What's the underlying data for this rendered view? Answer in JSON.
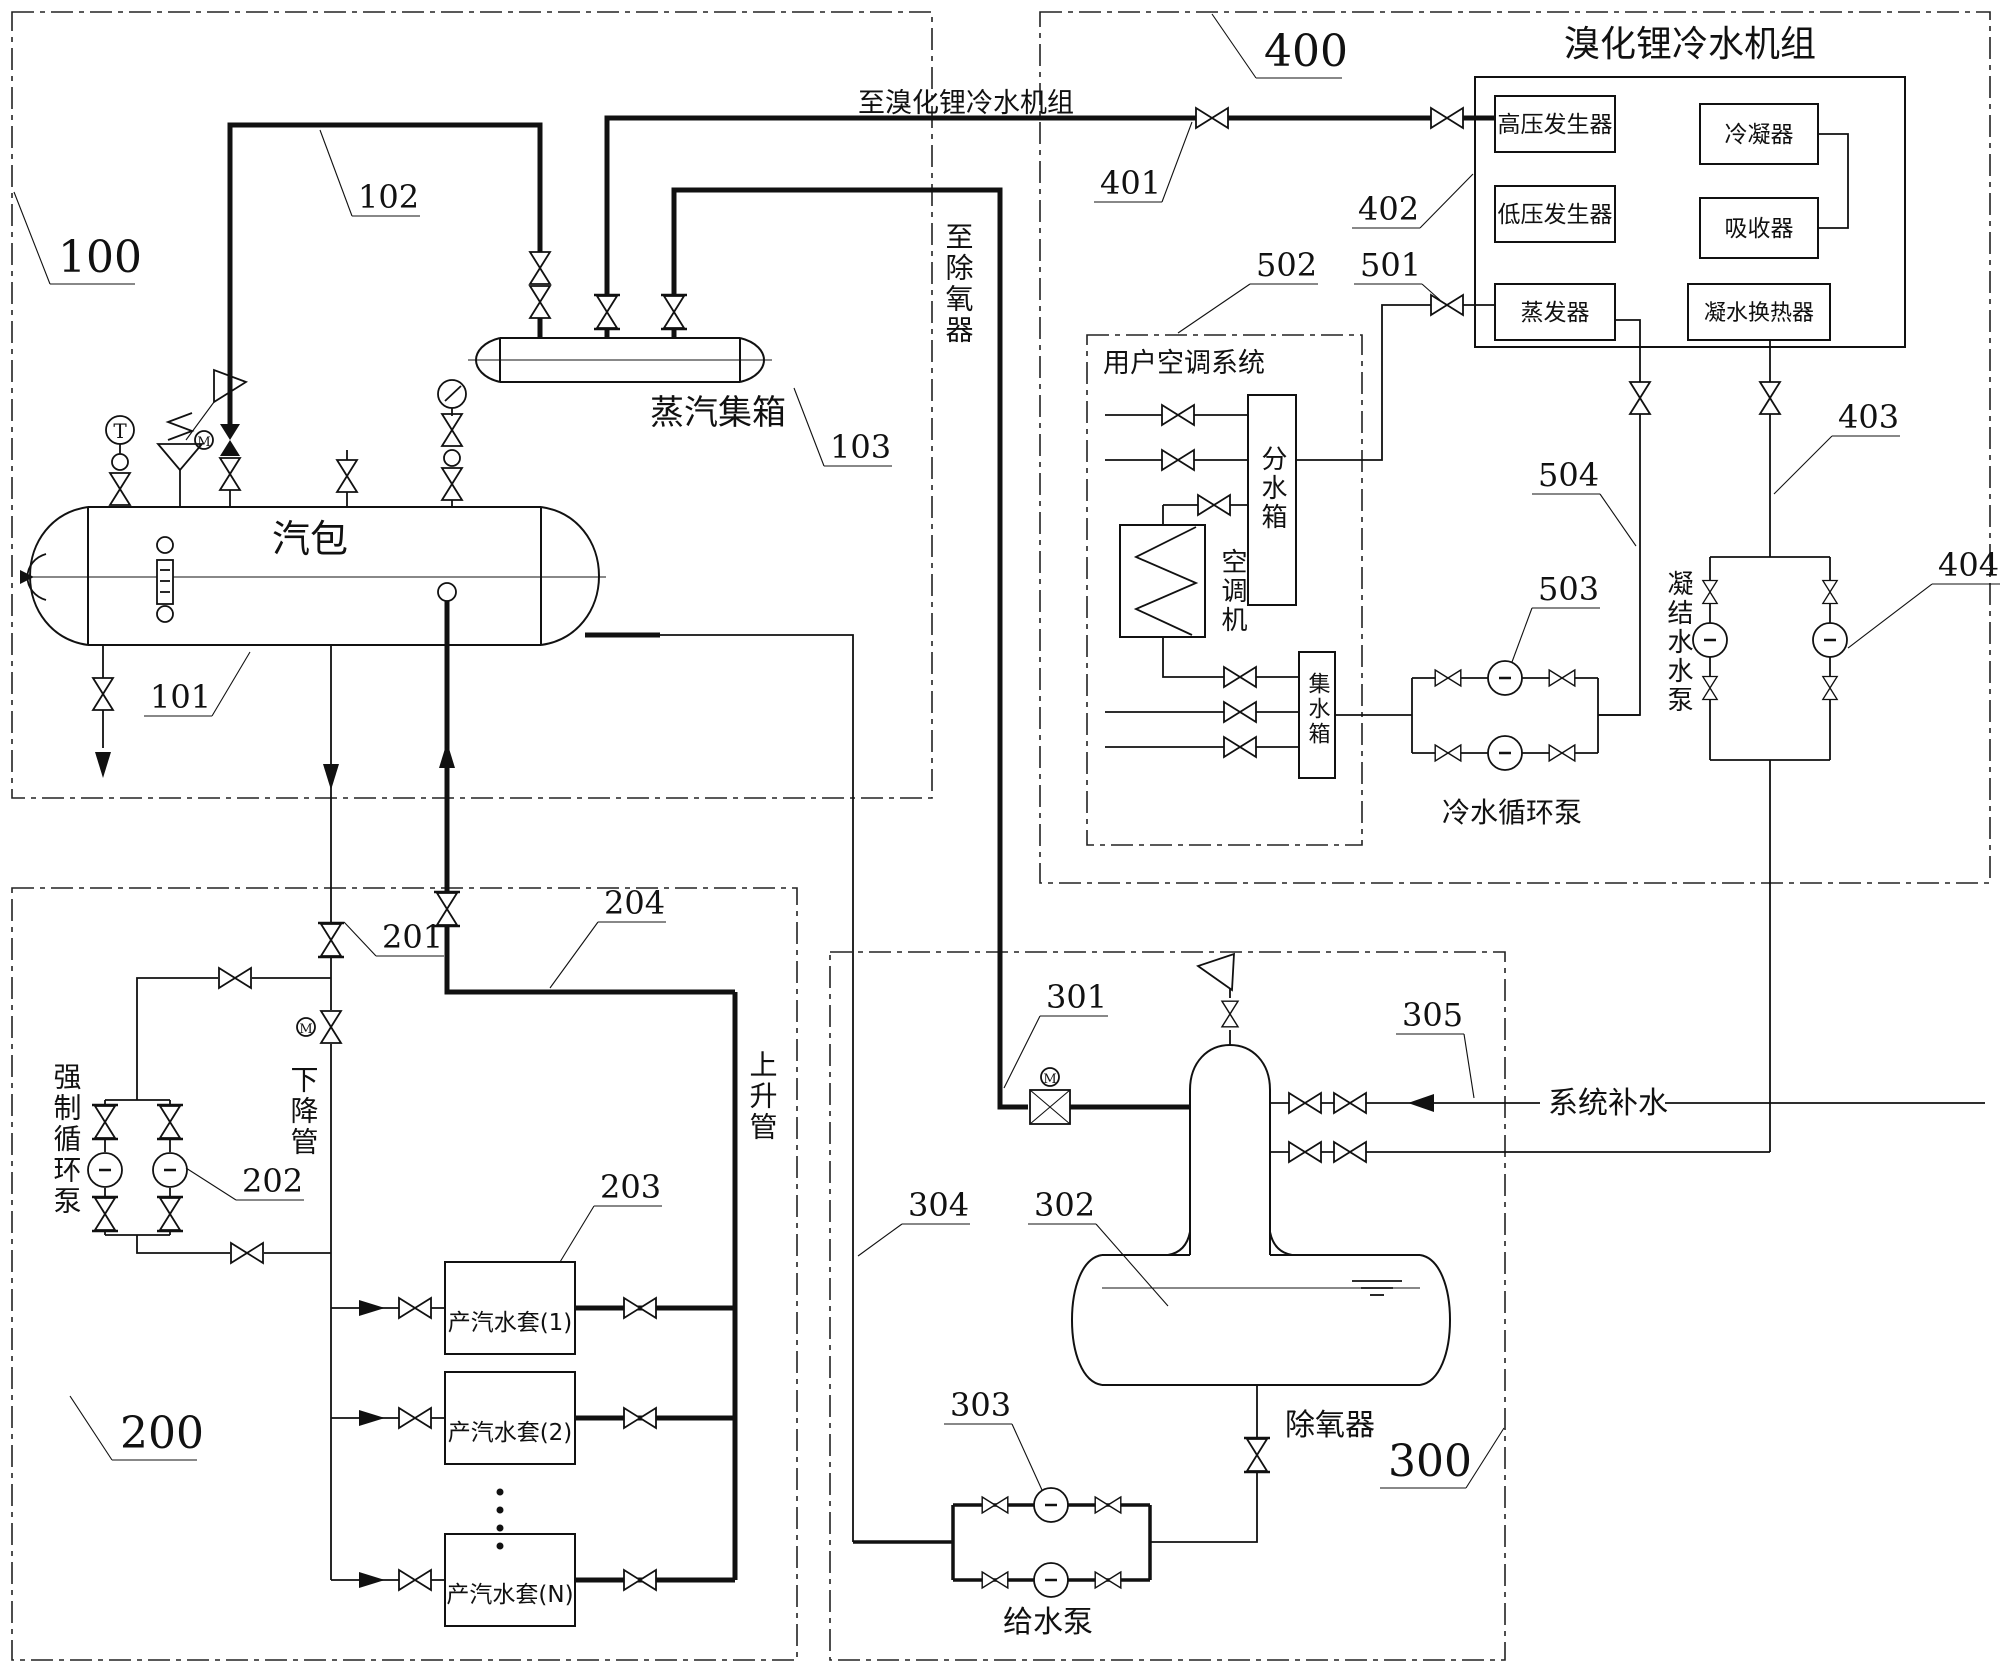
{
  "sections": {
    "s100": "100",
    "s200": "200",
    "s300": "300",
    "s400": "400"
  },
  "refs": {
    "p101": "101",
    "p102": "102",
    "p103": "103",
    "p201": "201",
    "p202": "202",
    "p203": "203",
    "p204": "204",
    "p301": "301",
    "p302": "302",
    "p303": "303",
    "p304": "304",
    "p305": "305",
    "p401": "401",
    "p402": "402",
    "p403": "403",
    "p404": "404",
    "p501": "501",
    "p502": "502",
    "p503": "503",
    "p504": "504"
  },
  "labels": {
    "steam_drum": "汽包",
    "steam_header": "蒸汽集箱",
    "to_deaerator": "至除氧器",
    "to_chiller": "至溴化锂冷水机组",
    "chiller_title": "溴化锂冷水机组",
    "hp_generator": "高压发生器",
    "lp_generator": "低压发生器",
    "evaporator": "蒸发器",
    "condenser": "冷凝器",
    "absorber": "吸收器",
    "condensate_hx": "凝水换热器",
    "user_ac_system": "用户空调系统",
    "dist_tank": "分水箱",
    "ac_unit": "空调机",
    "collect_tank": "集水箱",
    "chilled_pump": "冷水循环泵",
    "condensate_pump": "凝结水水泵",
    "makeup_water": "系统补水",
    "downcomer": "下降管",
    "riser": "上升管",
    "forced_pump": "强制循环泵",
    "jacket1": "产汽水套(1)",
    "jacket2": "产汽水套(2)",
    "jacketN": "产汽水套(N)",
    "deaerator": "除氧器",
    "feed_pump": "给水泵"
  },
  "icons": {
    "motor": "M",
    "temp": "T"
  }
}
